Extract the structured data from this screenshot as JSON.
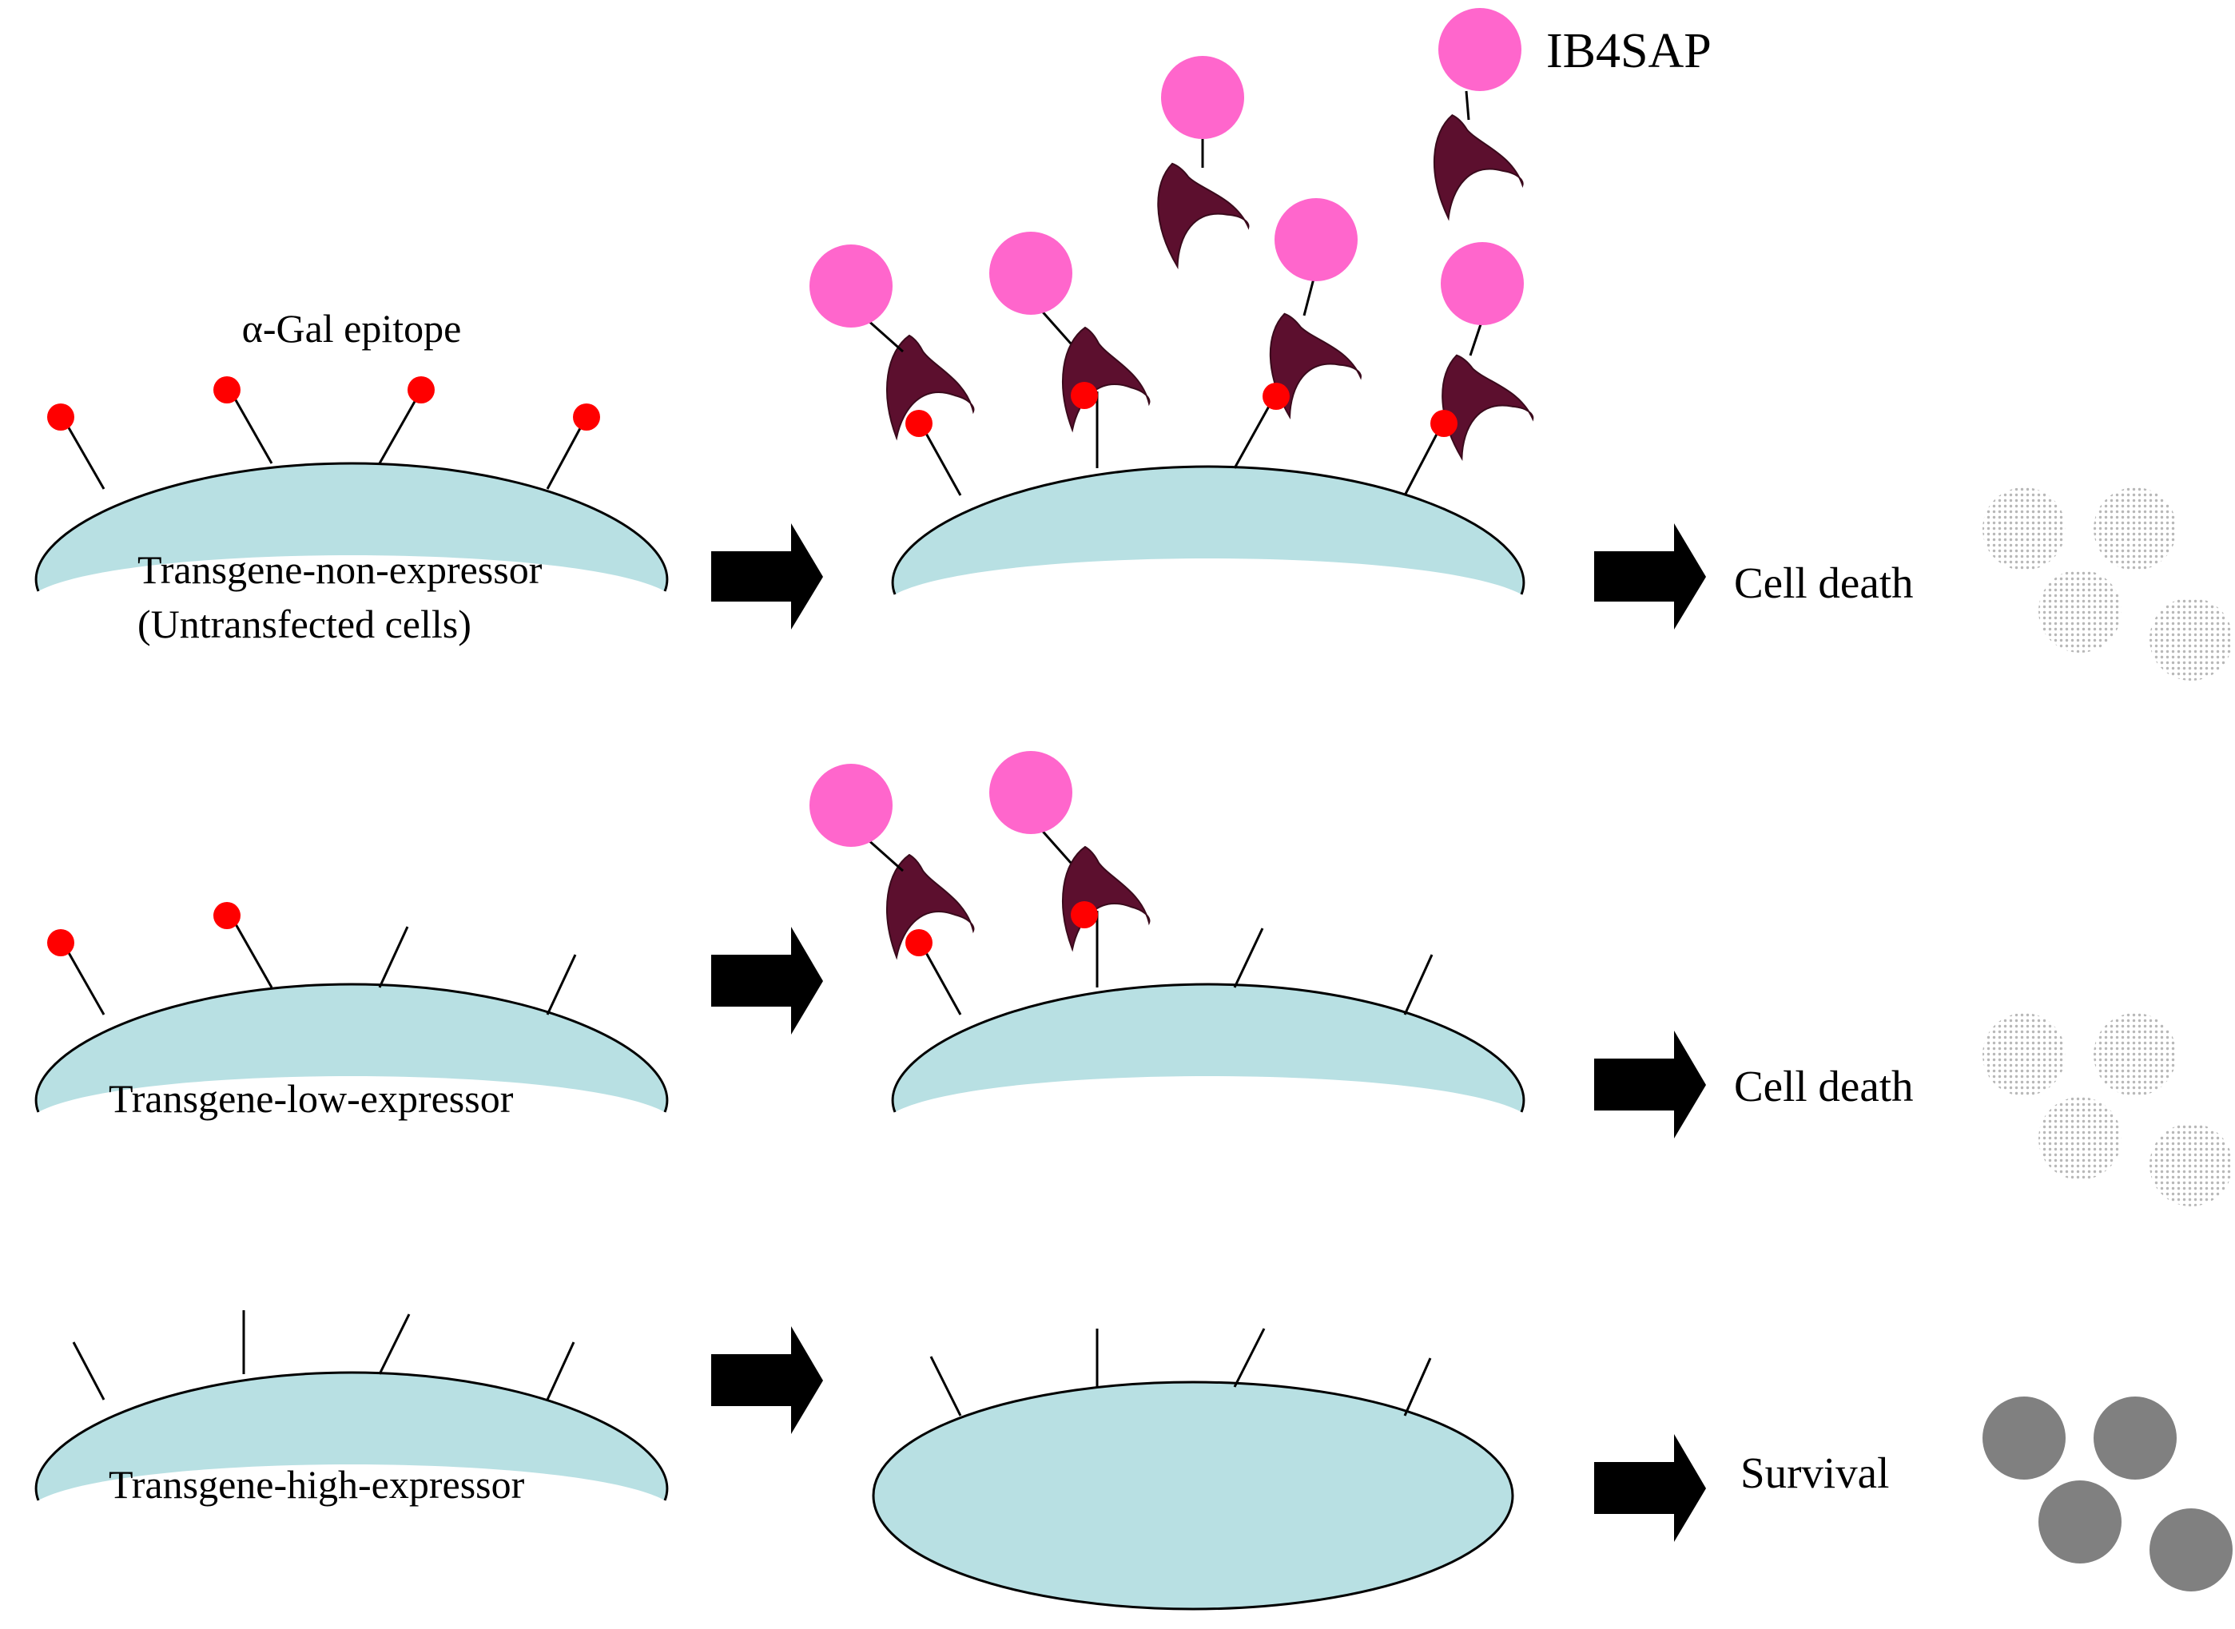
{
  "labels": {
    "alpha_gal": "α-Gal epitope",
    "ib4sap": "IB4SAP",
    "row1_line1": "Transgene-non-expressor",
    "row1_line2": "(Untransfected cells)",
    "row2": "Transgene-low-expressor",
    "row3": "Transgene-high-expressor",
    "outcome_death_1": "Cell death",
    "outcome_death_2": "Cell death",
    "outcome_survival": "Survival"
  },
  "colors": {
    "cell_fill": "#b8e0e3",
    "epitope": "#ff0000",
    "ib4sap_ball": "#ff66cc",
    "lectin": "#5c0f2e",
    "dead_cell": "#d0d0d0",
    "live_cell": "#808080",
    "arrow": "#000000"
  }
}
